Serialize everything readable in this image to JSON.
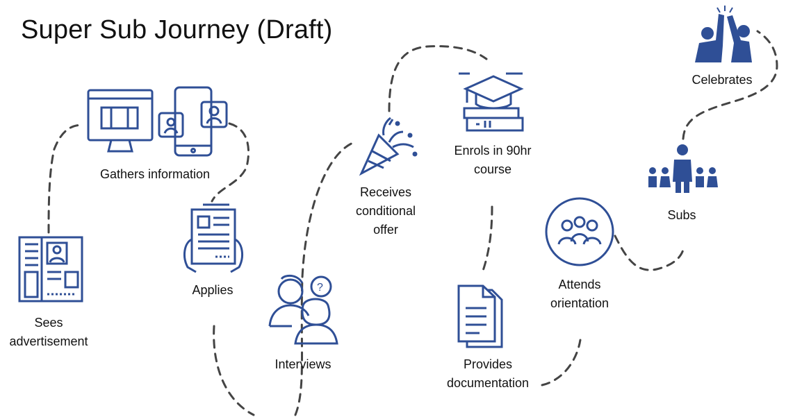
{
  "title": "Super Sub Journey (Draft)",
  "colors": {
    "icon": "#2f4f96",
    "path": "#444444",
    "text": "#111111"
  },
  "steps": [
    {
      "icon": "newspaper-icon",
      "lines": [
        "Sees",
        "advertisement"
      ]
    },
    {
      "icon": "computer-phone-icon",
      "lines": [
        "Gathers information"
      ]
    },
    {
      "icon": "application-form-icon",
      "lines": [
        "Applies"
      ]
    },
    {
      "icon": "interview-icon",
      "lines": [
        "Interviews"
      ]
    },
    {
      "icon": "party-popper-icon",
      "lines": [
        "Receives",
        "conditional",
        "offer"
      ]
    },
    {
      "icon": "graduation-books-icon",
      "lines": [
        "Enrols in 90hr",
        "course"
      ]
    },
    {
      "icon": "documents-icon",
      "lines": [
        "Provides",
        "documentation"
      ]
    },
    {
      "icon": "group-circle-icon",
      "lines": [
        "Attends",
        "orientation"
      ]
    },
    {
      "icon": "teacher-children-icon",
      "lines": [
        "Subs"
      ]
    },
    {
      "icon": "high-five-icon",
      "lines": [
        "Celebrates"
      ]
    }
  ]
}
